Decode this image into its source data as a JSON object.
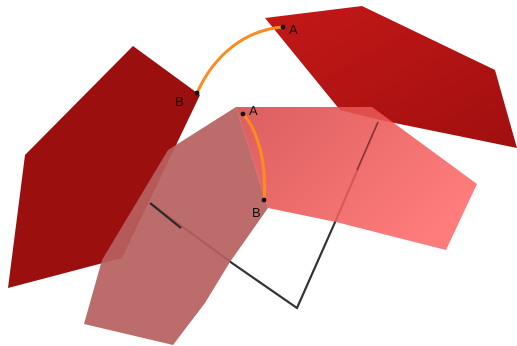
{
  "labels": {
    "top_panel_a": "A",
    "left_panel_b": "B",
    "center_a": "A",
    "center_b": "B"
  },
  "colors": {
    "dark_panel": "#9b0f0f",
    "top_panel_light": "#c41818",
    "top_panel_dark": "#a10f0f",
    "pink_panel_light": "#ff6a6a",
    "pink_panel_dark": "#d74848",
    "brown_panel": "#b75f5f",
    "orange_curve": "#ff8a1e",
    "outline": "#333333",
    "label": "#111111"
  }
}
